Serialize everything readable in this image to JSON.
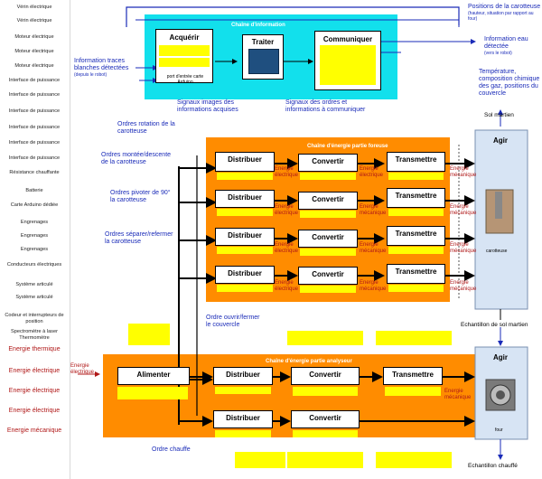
{
  "sidebar": {
    "items": [
      "Vérin électrique",
      "Vérin électrique",
      "Moteur électrique",
      "Moteur électrique",
      "Moteur électrique",
      "Interface de puissance",
      "Interface de puissance",
      "Interface de puissance",
      "Interface de puissance",
      "Interface de puissance",
      "Interface de puissance",
      "Résistance chauffante",
      "Batterie",
      "Carte Arduino dédiée",
      "Engrenages",
      "Engrenages",
      "Engrenages",
      "Conducteurs électriques",
      "Système articulé",
      "Système articulé",
      "Codeur et interrupteurs de position",
      "Spectromètre à laser Thermomètre"
    ],
    "energy_items": [
      "Energie thermique",
      "Energie électrique",
      "Energie électrique",
      "Energie électrique",
      "Energie mécanique"
    ]
  },
  "info_chain": {
    "title": "Chaîne d'information",
    "acquerir": "Acquérir",
    "traiter": "Traiter",
    "communiquer": "Communiquer",
    "port_label": "port d'entrée carte Arduino",
    "input_info": "Information traces blanches détectées",
    "input_info_sub": "(depuis le robot)",
    "signal_images": "Signaux images des informations acquises",
    "signal_ordres": "Signaux des ordres et informations à communiquer",
    "pos_carotteuse": "Positions de la carotteuse",
    "pos_carotteuse_sub": "(hauteur, situation par rapport au four)",
    "info_eau": "Information eau détectée",
    "info_eau_sub": "(vers le robot)",
    "temperature": "Température, composition chimique des gaz, positions du couvercle"
  },
  "foreuse": {
    "title": "Chaîne d'énergie partie foreuse",
    "orders": [
      "Ordres rotation de la carotteuse",
      "Ordres montée/descente de la carotteuse",
      "Ordres pivoter de 90° la carotteuse",
      "Ordres séparer/refermer la carotteuse"
    ],
    "distribuer": "Distribuer",
    "convertir": "Convertir",
    "transmettre": "Transmettre",
    "energie_electrique": "Energie électrique",
    "energie_mecanique": "Energie mécanique",
    "agir": "Agir",
    "sol_martien": "Sol martien",
    "carotteuse": "carotteuse",
    "echantillon_sol": "Echantillon de sol martien"
  },
  "analyseur": {
    "title": "Chaîne d'énergie partie analyseur",
    "ordre_couvercle": "Ordre ouvrir/fermer le couvercle",
    "energie_input": "Energie électrique",
    "alimenter": "Alimenter",
    "distribuer": "Distribuer",
    "convertir": "Convertir",
    "transmettre": "Transmettre",
    "energie_mecanique": "Energie mécanique",
    "agir": "Agir",
    "four": "four",
    "ordre_chauffe": "Ordre chauffe",
    "echantillon_chauffe": "Echantillon chauffé"
  },
  "colors": {
    "cyan": "#12e0ec",
    "orange": "#ff8c00",
    "yellow": "#ffff00",
    "label_blue": "#1a2bb8",
    "label_red": "#b01818"
  }
}
